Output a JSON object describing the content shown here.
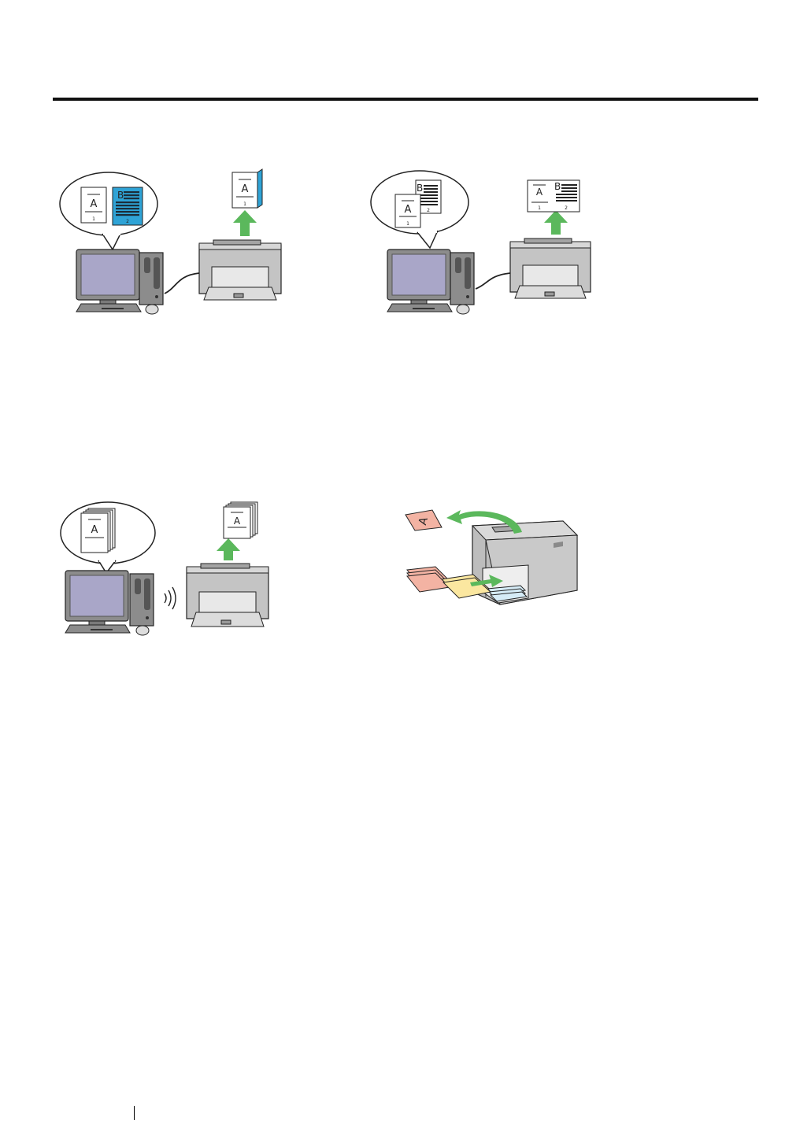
{
  "document": {
    "figures": [
      {
        "id": "fig-duplex",
        "doc_left": {
          "title": "A",
          "page": "1"
        },
        "doc_right": {
          "title": "B",
          "page": "2"
        },
        "output_title": "A",
        "output_page": "1"
      },
      {
        "id": "fig-nup",
        "doc_back": {
          "title": "B",
          "page": "2"
        },
        "doc_front": {
          "title": "A",
          "page": "1"
        },
        "output_left": {
          "title": "A",
          "page": "1"
        },
        "output_right": {
          "title": "B",
          "page": "2"
        }
      },
      {
        "id": "fig-wireless",
        "doc_title": "A",
        "output_title": "A"
      },
      {
        "id": "fig-paper",
        "sheet_title": "A"
      }
    ]
  },
  "colors": {
    "accent_blue": "#2fa3d6",
    "arrow_green": "#5bb85c",
    "monitor_screen": "#a9a6c8",
    "paper_pink": "#f3b3a3",
    "paper_yellow": "#fbe7a0",
    "paper_blue": "#d6ecf7"
  },
  "icons": [
    "computer-icon",
    "printer-icon",
    "speech-bubble-icon",
    "output-arrow-icon",
    "wireless-signal-icon",
    "paper-tray-icon"
  ]
}
